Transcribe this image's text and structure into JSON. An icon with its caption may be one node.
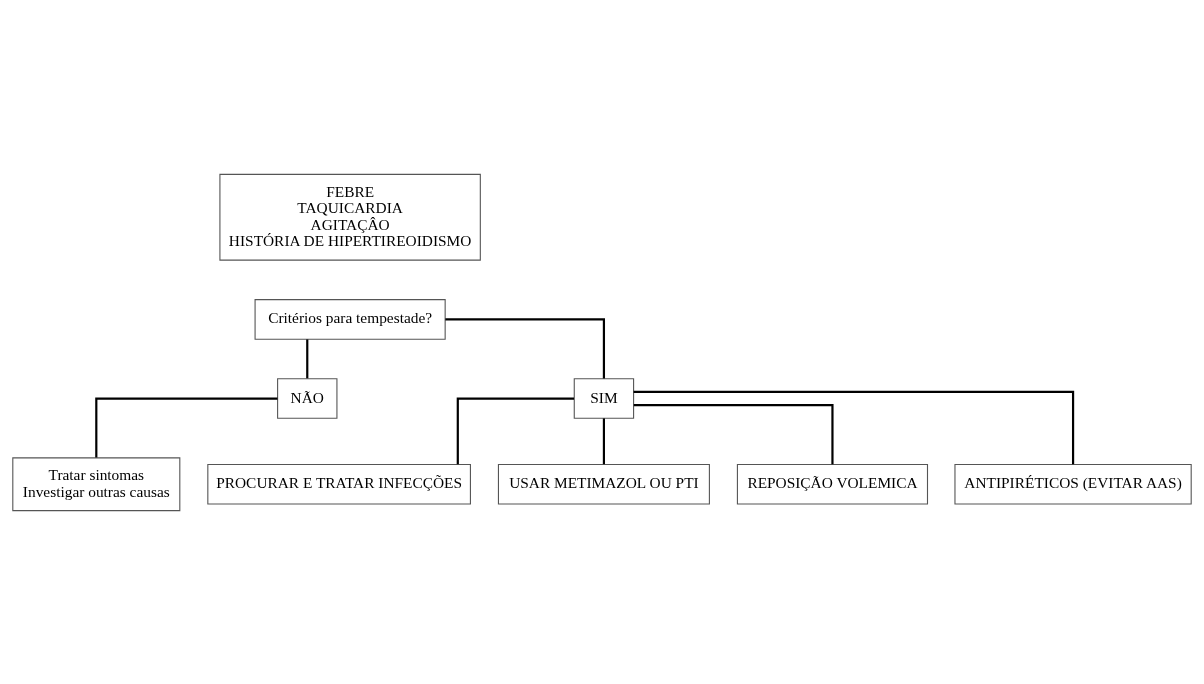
{
  "diagram": {
    "nodes": [
      {
        "text": [
          "FEBRE",
          "TAQUICARDIA",
          "AGITAÇÂO",
          "HISTÓRIA DE HIPERTIREOIDISMO"
        ]
      },
      {
        "text": [
          "Critérios para tempestade?"
        ]
      },
      {
        "text": [
          "NÃO"
        ]
      },
      {
        "text": [
          "SIM"
        ]
      },
      {
        "text": [
          "Tratar sintomas",
          "Investigar outras causas"
        ]
      },
      {
        "text": [
          "PROCURAR E TRATAR INFECÇÕES"
        ]
      },
      {
        "text": [
          "USAR METIMAZOL OU PTI"
        ]
      },
      {
        "text": [
          "REPOSIÇÃO VOLEMICA"
        ]
      },
      {
        "text": [
          "ANTIPIRÉTICOS (EVITAR AAS)"
        ]
      }
    ],
    "edges": [
      {
        "from": 1,
        "to": 2,
        "arrow": "none"
      },
      {
        "from": 1,
        "to": 3,
        "arrow": "none"
      },
      {
        "from": 2,
        "to": 4,
        "arrow": "none"
      },
      {
        "from": 3,
        "to": 5,
        "arrow": "none"
      },
      {
        "from": 3,
        "to": 6,
        "arrow": "none"
      },
      {
        "from": 3,
        "to": 7,
        "arrow": "none"
      },
      {
        "from": 3,
        "to": 8,
        "arrow": "none"
      }
    ]
  }
}
